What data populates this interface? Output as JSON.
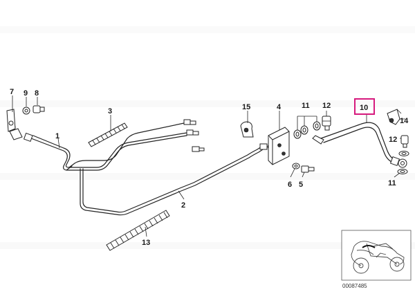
{
  "labels": {
    "p1": "1",
    "p2": "2",
    "p3": "3",
    "p4": "4",
    "p5": "5",
    "p6": "6",
    "p7": "7",
    "p8": "8",
    "p9": "9",
    "p10": "10",
    "p11a": "11",
    "p11b": "11",
    "p12a": "12",
    "p12b": "12",
    "p13": "13",
    "p14": "14",
    "p15": "15"
  },
  "diagram_number": "00087485",
  "highlighted_part": "10",
  "colors": {
    "highlight": "#d6197d",
    "line": "#222222",
    "background": "#ffffff"
  }
}
